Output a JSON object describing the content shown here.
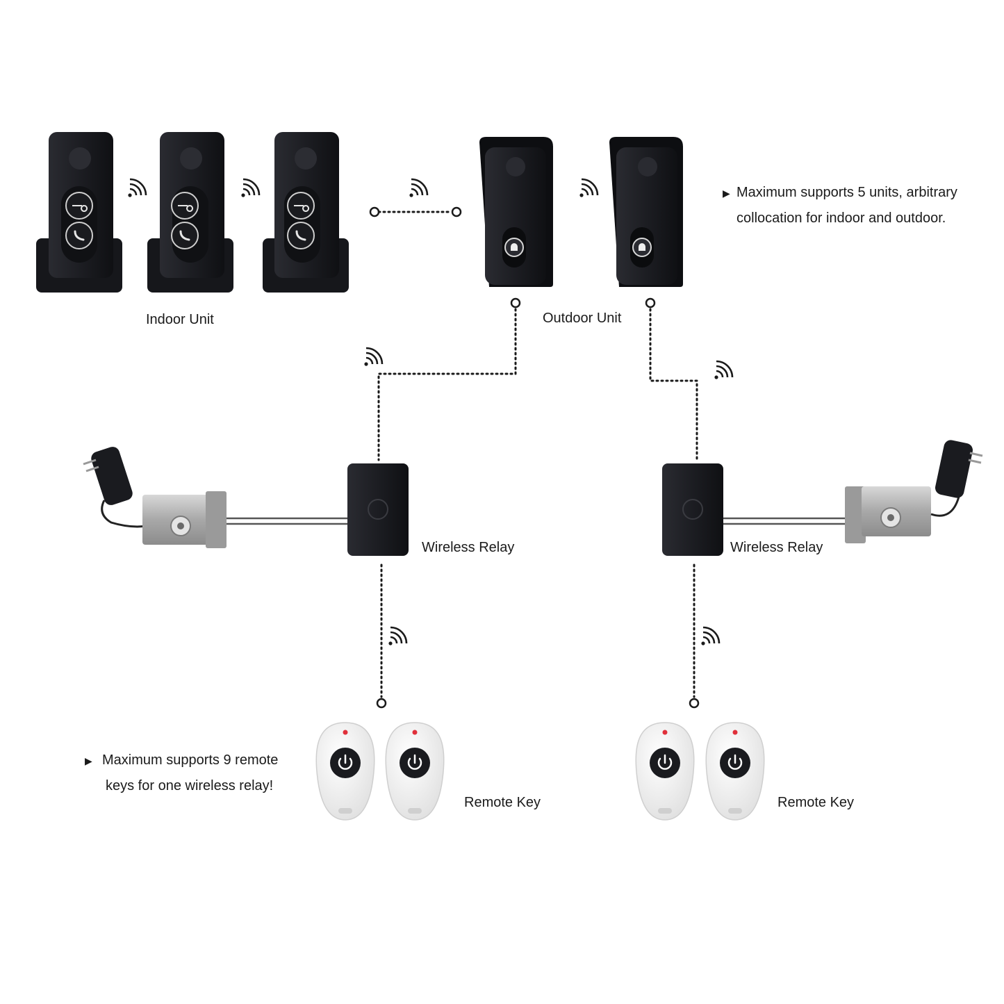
{
  "labels": {
    "indoor_unit": "Indoor Unit",
    "outdoor_unit": "Outdoor Unit",
    "wireless_relay_left": "Wireless Relay",
    "wireless_relay_right": "Wireless Relay",
    "remote_key_left": "Remote Key",
    "remote_key_right": "Remote Key"
  },
  "notes": {
    "units": {
      "bullet": "▶",
      "line1": "Maximum supports 5 units, arbitrary",
      "line2": "collocation for indoor and outdoor."
    },
    "remotes": {
      "bullet": "▶",
      "line1": "Maximum supports 9 remote",
      "line2": "keys for one wireless relay!"
    }
  },
  "icons": [
    "wifi-signal-icon",
    "key-icon",
    "phone-icon",
    "bell-icon",
    "power-icon",
    "plug-adapter-icon",
    "door-lock-icon"
  ],
  "colors": {
    "device_black": "#1c1d22",
    "remote_white": "#f4f4f4",
    "lock_steel": "#b8b8b8",
    "led_red": "#e0303a",
    "text": "#1a1a1a"
  }
}
